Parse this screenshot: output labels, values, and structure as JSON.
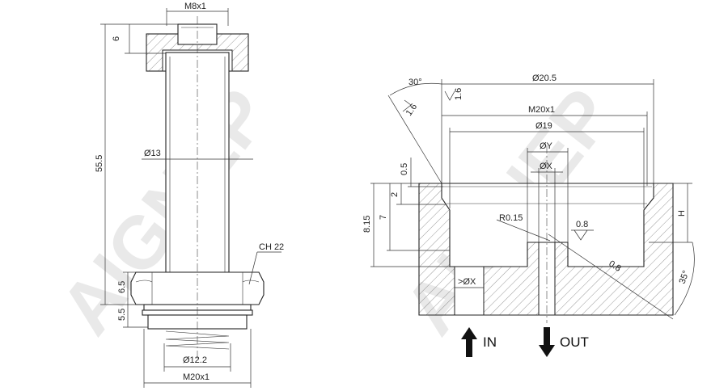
{
  "left_view": {
    "dims": {
      "thread_top": "M8x1",
      "head_height": "6",
      "total_length": "55.5",
      "stem_dia": "Ø13",
      "hex": "CH 22",
      "hex_height": "6.5",
      "collar_height": "5.5",
      "spring_dia": "Ø12.2",
      "thread_bottom": "M20x1"
    }
  },
  "right_view": {
    "dims": {
      "angle_top": "30°",
      "rough_a": "1.6",
      "rough_b": "1.6",
      "dia_outer": "Ø20.5",
      "thread": "M20x1",
      "dia_19": "Ø19",
      "dia_y": "ØY",
      "dia_x": "ØX",
      "d05": "0.5",
      "d2": "2",
      "d7": "7",
      "d815": "8.15",
      "radius": "R0.15",
      "rough_c": "0.8",
      "rough_d": "0.8",
      "h": "H",
      "angle_side": "35°",
      "gt_x": ">ØX"
    },
    "flow": {
      "in": "IN",
      "out": "OUT"
    }
  },
  "watermark": "AIGNEP"
}
